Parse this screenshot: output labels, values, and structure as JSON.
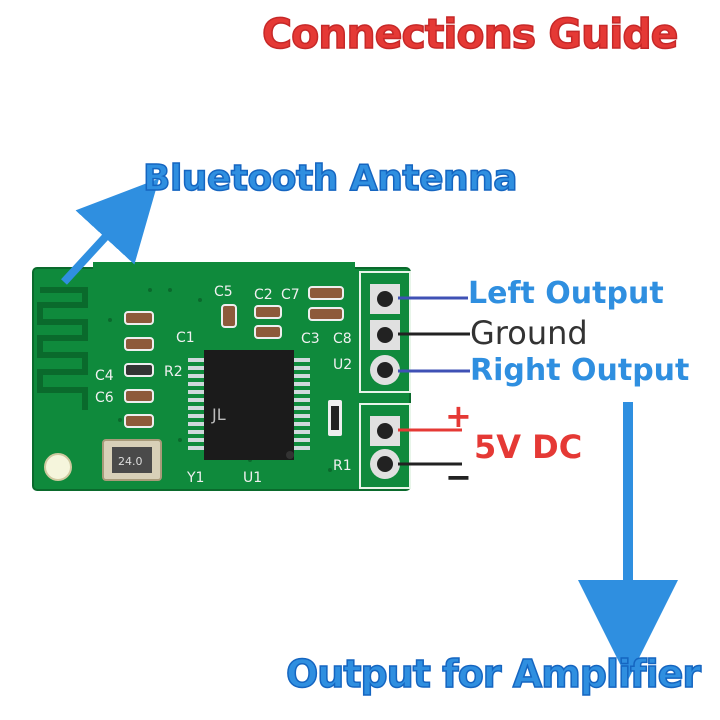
{
  "title": "Connections Guide",
  "antenna_label": "Bluetooth Antenna",
  "amplifier_label": "Output for Amplifier",
  "pins": {
    "left": "Left Output",
    "ground": "Ground",
    "right": "Right Output"
  },
  "power": {
    "label": "5V DC",
    "plus": "+",
    "minus": "−"
  },
  "board_marks": {
    "c5": "C5",
    "c2": "C2",
    "c7": "C7",
    "c1": "C1",
    "c3": "C3",
    "c8": "C8",
    "u2": "U2",
    "c4": "C4",
    "r2": "R2",
    "c6": "C6",
    "r1": "R1",
    "y1": "Y1",
    "u1": "U1",
    "chip_text": "JL",
    "crystal_text": "24.0"
  },
  "colors": {
    "pcb": "#0f8a3c",
    "pcb_dark": "#0a6a2c",
    "arrow_blue": "#2f8fe0",
    "red": "#e53935",
    "wire_blue": "#3f51b5"
  }
}
